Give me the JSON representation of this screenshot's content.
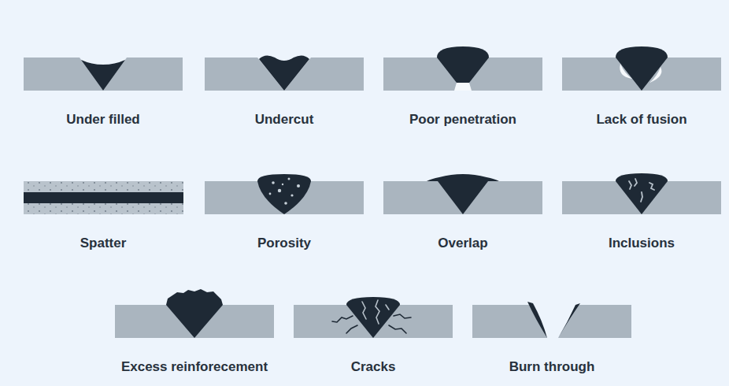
{
  "diagram": {
    "labels": [
      "Under filled",
      "Undercut",
      "Poor penetration",
      "Lack of fusion",
      "Spatter",
      "Porosity",
      "Overlap",
      "Inclusions",
      "Excess reinforecement",
      "Cracks",
      "Burn through"
    ]
  }
}
